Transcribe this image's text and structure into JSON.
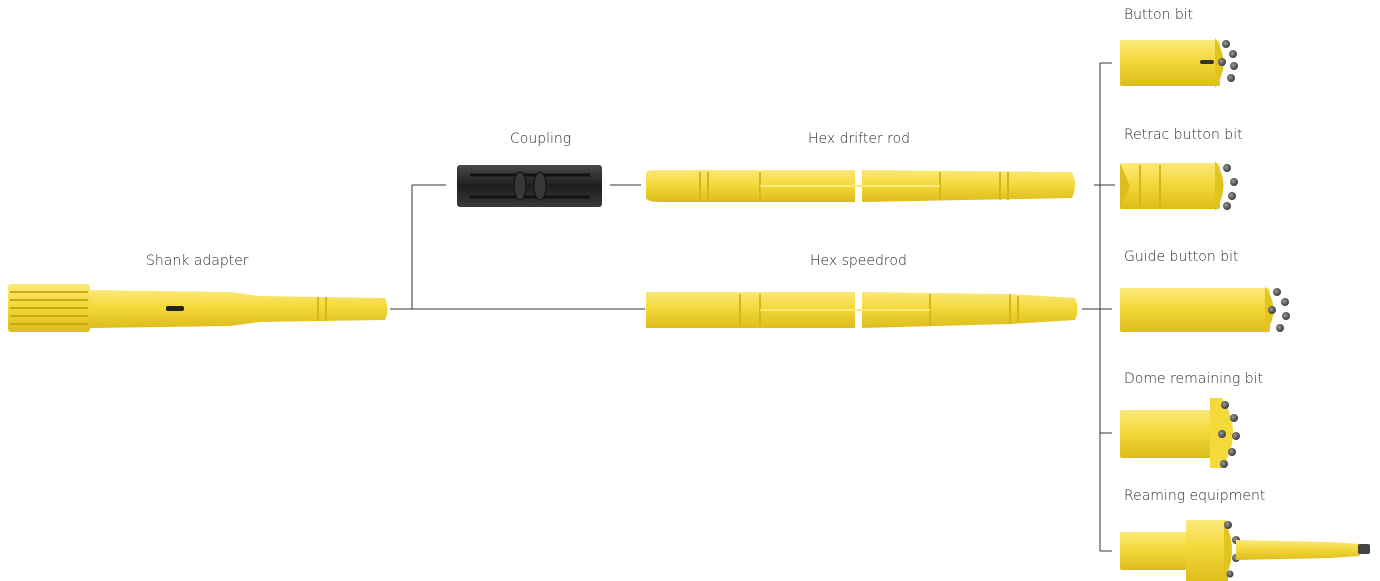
{
  "labels": {
    "shank_adapter": "Shank adapter",
    "coupling": "Coupling",
    "hex_drifter_rod": "Hex drifter rod",
    "hex_speedrod": "Hex speedrod",
    "button_bit": "Button bit",
    "retrac_button_bit": "Retrac button bit",
    "guide_button_bit": "Guide button bit",
    "dome_remaining_bit": "Dome remaining bit",
    "reaming_equipment": "Reaming equipment"
  },
  "colors": {
    "steel_yellow": "#f4d93a",
    "steel_yellow_dark": "#e2c421",
    "steel_yellow_light": "#fbe97a",
    "coupling_black": "#2a2a2a",
    "button_grey": "#5a5a5a",
    "connector_line": "#333333"
  }
}
